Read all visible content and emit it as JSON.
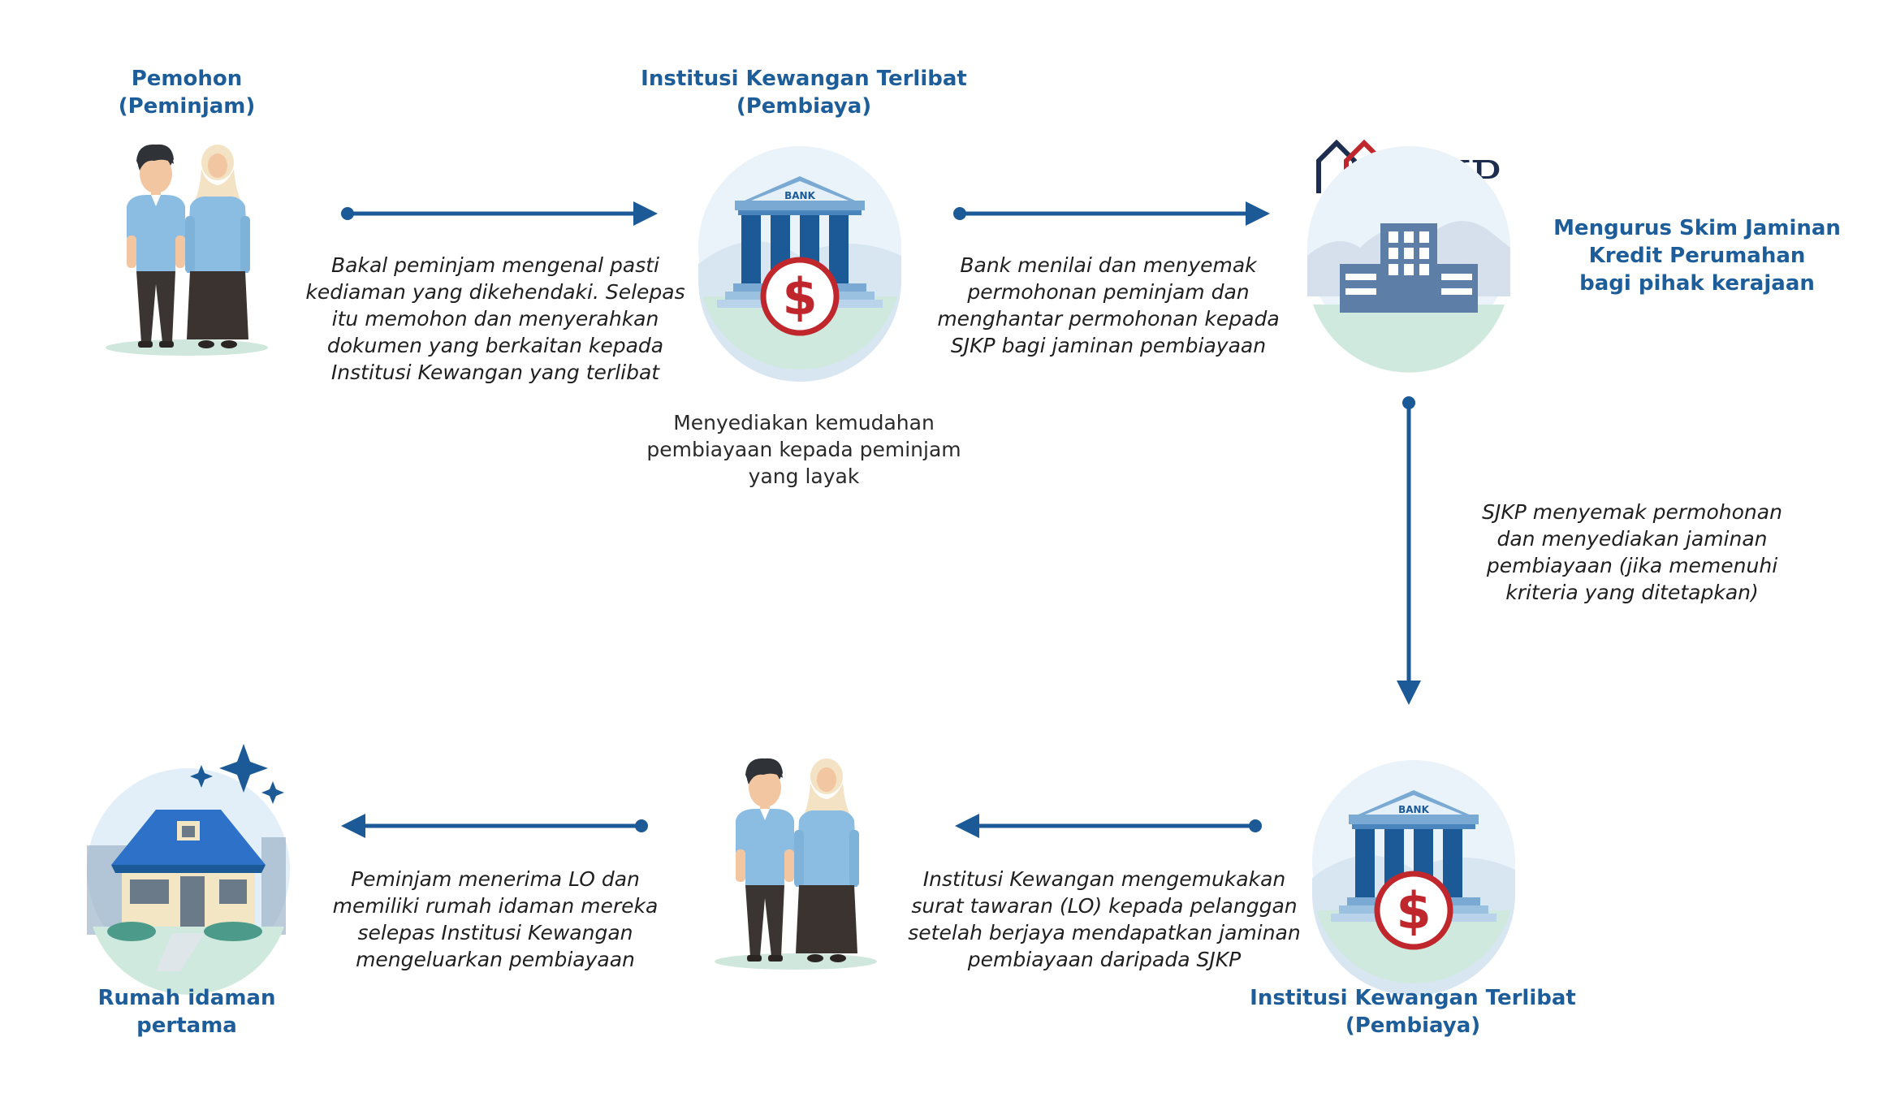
{
  "colors": {
    "primary_blue": "#1d5d99",
    "arrow_blue": "#1b5a96",
    "dollar_red": "#c0272d",
    "text_dark": "#1f1f1f"
  },
  "nodes": {
    "applicant": {
      "title": [
        "Pemohon",
        "(Peminjam)"
      ],
      "icon": "couple-icon"
    },
    "bank_top": {
      "title": [
        "Institusi Kewangan Terlibat",
        "(Pembiaya)"
      ],
      "icon": "bank-icon",
      "bank_label": "BANK",
      "currency": "$",
      "note": [
        "Menyediakan kemudahan",
        "pembiayaan kepada peminjam",
        "yang layak"
      ]
    },
    "sjkp": {
      "logo_text": "SJKP",
      "title": [
        "Mengurus Skim Jaminan",
        "Kredit Perumahan",
        "bagi pihak kerajaan"
      ],
      "icon": "office-building-icon"
    },
    "bank_bottom": {
      "title": [
        "Institusi Kewangan Terlibat",
        "(Pembiaya)"
      ],
      "icon": "bank-icon",
      "bank_label": "BANK",
      "currency": "$"
    },
    "borrower_bottom": {
      "icon": "couple-icon"
    },
    "home": {
      "title": [
        "Rumah idaman",
        "pertama"
      ],
      "icon": "house-icon"
    }
  },
  "steps": [
    {
      "text": [
        "Bakal peminjam mengenal pasti",
        "kediaman yang dikehendaki. Selepas",
        "itu memohon dan menyerahkan",
        "dokumen yang berkaitan kepada",
        "Institusi Kewangan yang terlibat"
      ]
    },
    {
      "text": [
        "Bank menilai dan menyemak",
        "permohonan peminjam dan",
        "menghantar permohonan kepada",
        "SJKP bagi jaminan pembiayaan"
      ]
    },
    {
      "text": [
        "SJKP menyemak permohonan",
        "dan menyediakan jaminan",
        "pembiayaan (jika memenuhi",
        "kriteria yang ditetapkan)"
      ]
    },
    {
      "text": [
        "Institusi Kewangan mengemukakan",
        "surat tawaran (LO) kepada pelanggan",
        "setelah berjaya mendapatkan jaminan",
        "pembiayaan daripada SJKP"
      ]
    },
    {
      "text": [
        "Peminjam menerima LO dan",
        "memiliki rumah idaman mereka",
        "selepas Institusi Kewangan",
        "mengeluarkan pembiayaan"
      ]
    }
  ]
}
